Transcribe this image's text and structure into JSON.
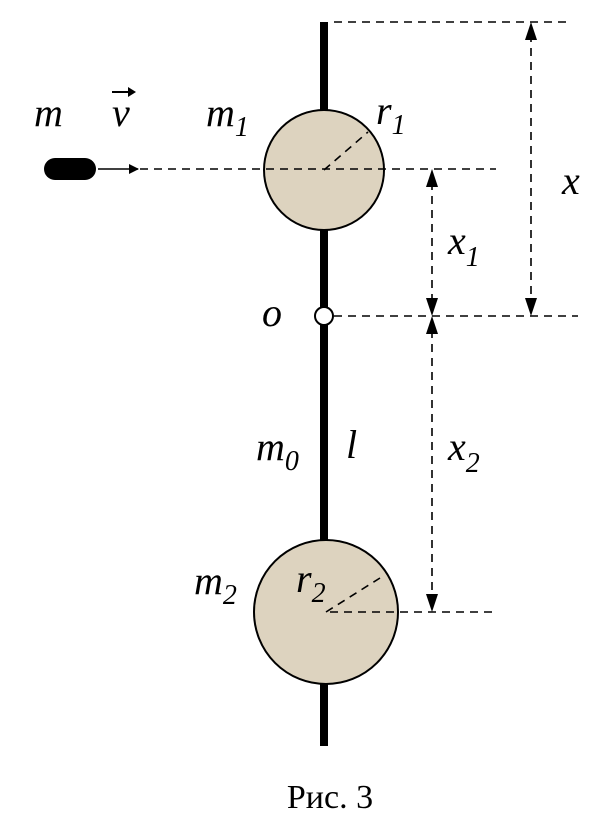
{
  "labels": {
    "bullet_mass": "m",
    "velocity": "v",
    "m1": "m",
    "m1_sub": "1",
    "r1": "r",
    "r1_sub": "1",
    "pivot": "o",
    "rod_mass": "m",
    "rod_mass_sub": "0",
    "rod_length": "l",
    "m2": "m",
    "m2_sub": "2",
    "r2": "r",
    "r2_sub": "2",
    "x": "x",
    "x1": "x",
    "x1_sub": "1",
    "x2": "x",
    "x2_sub": "2"
  },
  "caption": "Рис. 3",
  "colors": {
    "ball_fill": "#ddd3bf",
    "line": "#000000",
    "background": "#ffffff"
  }
}
